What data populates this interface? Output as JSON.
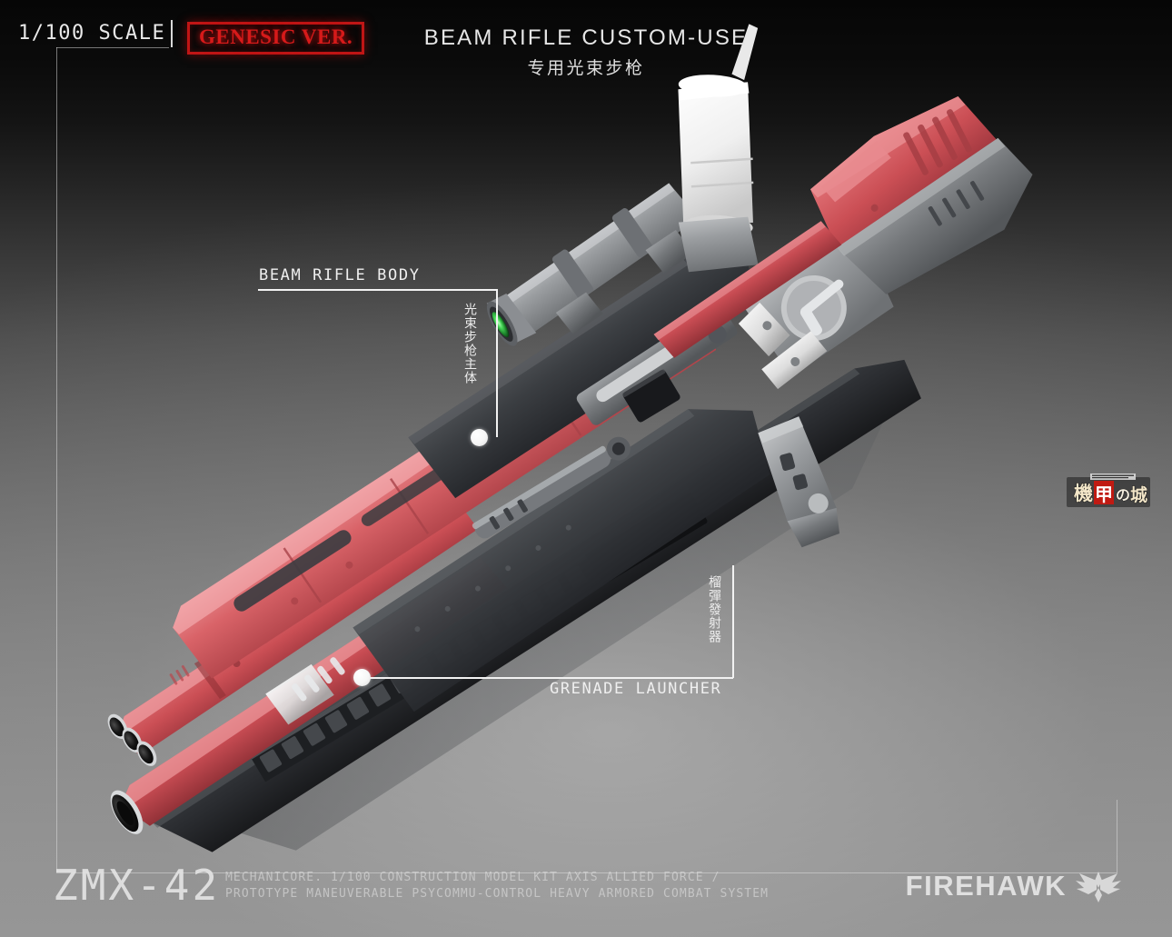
{
  "header": {
    "scale": "1/100 SCALE",
    "version_badge": "GENESIC VER.",
    "title_en": "BEAM RIFLE  CUSTOM-USE",
    "title_cn": "专用光束步枪"
  },
  "callouts": [
    {
      "id": "beam-rifle-body",
      "label_en": "BEAM RIFLE BODY",
      "label_cn": "光束步枪主体"
    },
    {
      "id": "grenade-launcher",
      "label_en": "GRENADE LAUNCHER",
      "label_cn": "榴彈發射器"
    }
  ],
  "footer": {
    "model_code": "ZMX-42",
    "description_line1": "MECHANICORE. 1/100 CONSTRUCTION MODEL KIT AXIS ALLIED FORCE /",
    "description_line2": "PROTOTYPE MANEUVERABLE PSYCOMMU-CONTROL HEAVY ARMORED COMBAT SYSTEM",
    "brand": "FIREHAWK",
    "brand_mark": "hawk-wings-emblem"
  },
  "shop_logo": {
    "name": "mecha-castle-logo",
    "text_cn": "機甲の城"
  },
  "colors": {
    "accent_red": "#d61a1a",
    "armor_red": "#d4565a",
    "armor_red_dark": "#9e3a3f",
    "armor_grey": "#8d8f92",
    "armor_dark": "#3a3c3f",
    "lens_green": "#4ddc5a",
    "label_white": "#efefef",
    "bg_top": "#060606",
    "bg_bottom": "#969696"
  },
  "subject": {
    "name": "beam-rifle-custom-use",
    "parts": [
      "triple-barrel-muzzle",
      "main-barrel",
      "beam-rifle-body",
      "grenade-launcher-rail",
      "optical-scope",
      "white-cylinder-attachment",
      "drum-hinge",
      "pistol-grip",
      "rear-stock"
    ]
  }
}
